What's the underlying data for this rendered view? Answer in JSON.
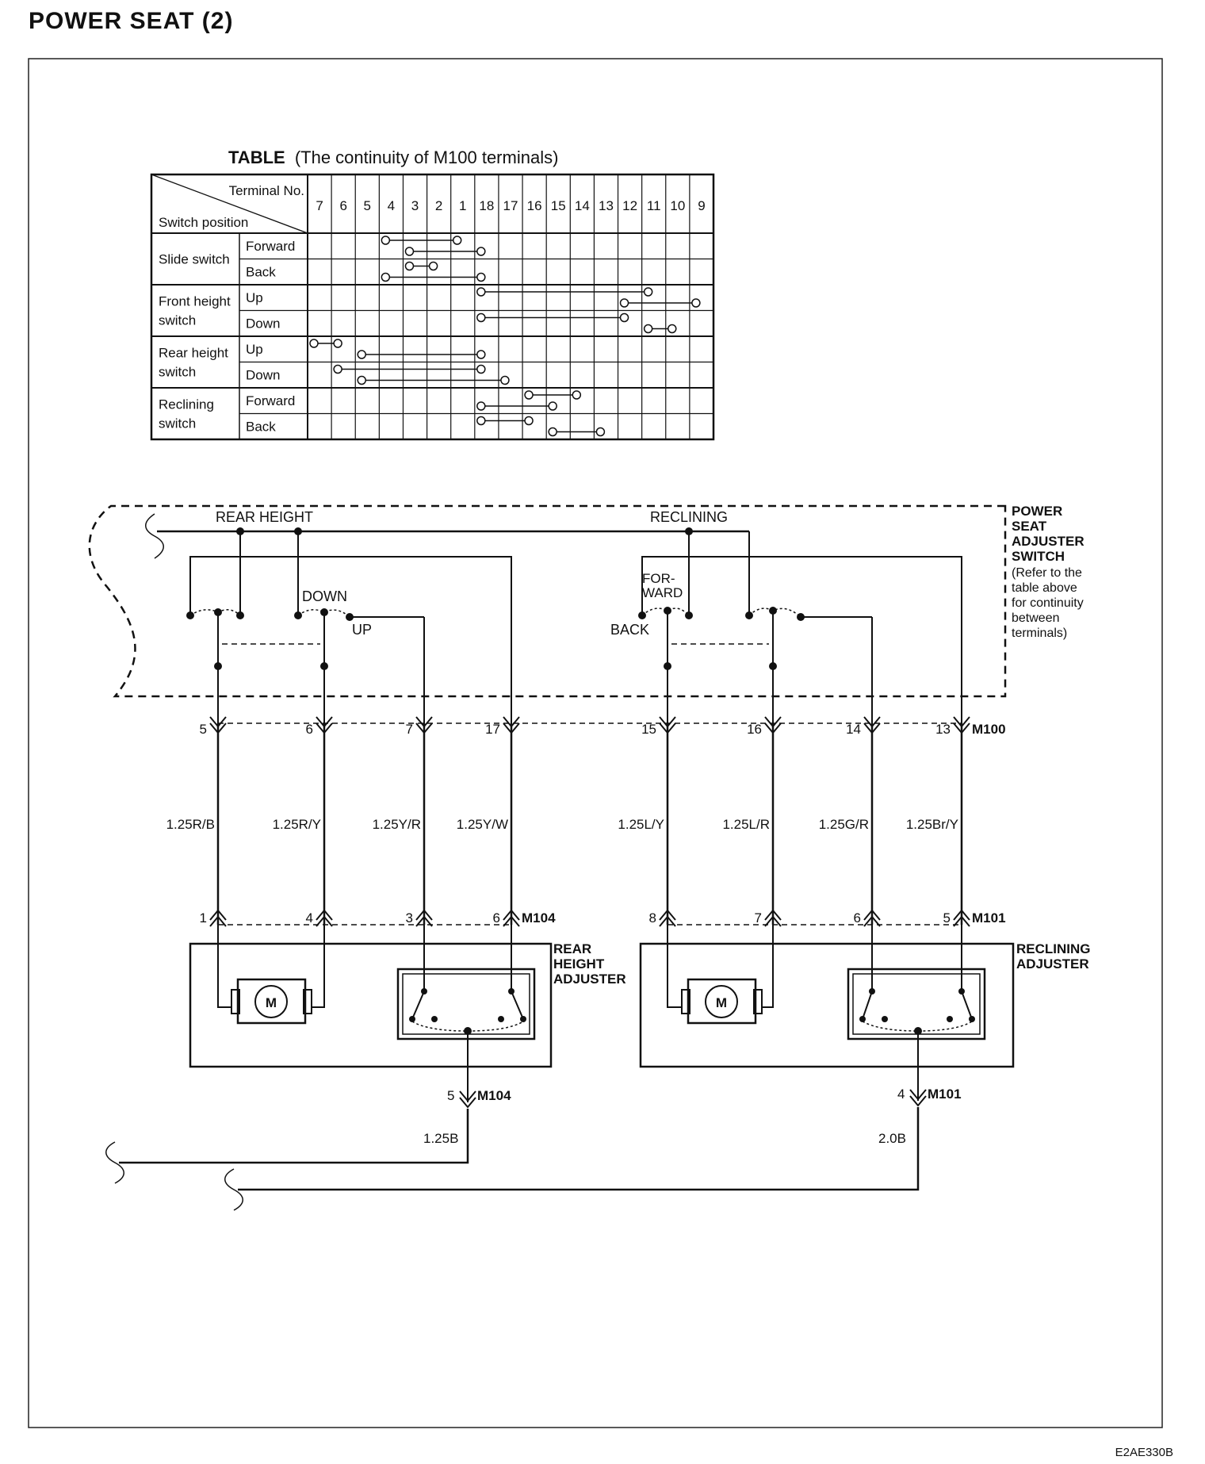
{
  "page_title": "POWER SEAT (2)",
  "doc_code": "E2AE330B",
  "table": {
    "title_bold": "TABLE",
    "title_rest": "(The continuity of M100 terminals)",
    "header_top": "Terminal No.",
    "header_bottom": "Switch position",
    "terminals": [
      "7",
      "6",
      "5",
      "4",
      "3",
      "2",
      "1",
      "18",
      "17",
      "16",
      "15",
      "14",
      "13",
      "12",
      "11",
      "10",
      "9"
    ],
    "groups": [
      {
        "name_lines": [
          "Slide switch"
        ],
        "rows": [
          {
            "label": "Forward",
            "connections": [
              [
                "4",
                "1"
              ],
              [
                "3",
                "18"
              ]
            ]
          },
          {
            "label": "Back",
            "connections": [
              [
                "3",
                "2"
              ],
              [
                "4",
                "18"
              ]
            ]
          }
        ]
      },
      {
        "name_lines": [
          "Front height",
          "switch"
        ],
        "rows": [
          {
            "label": "Up",
            "connections": [
              [
                "18",
                "11"
              ],
              [
                "12",
                "9"
              ]
            ]
          },
          {
            "label": "Down",
            "connections": [
              [
                "18",
                "12"
              ],
              [
                "11",
                "10"
              ]
            ]
          }
        ]
      },
      {
        "name_lines": [
          "Rear height",
          "switch"
        ],
        "rows": [
          {
            "label": "Up",
            "connections": [
              [
                "7",
                "6"
              ],
              [
                "5",
                "18"
              ]
            ]
          },
          {
            "label": "Down",
            "connections": [
              [
                "6",
                "18"
              ],
              [
                "5",
                "17"
              ]
            ]
          }
        ]
      },
      {
        "name_lines": [
          "Reclining",
          "switch"
        ],
        "rows": [
          {
            "label": "Forward",
            "connections": [
              [
                "16",
                "14"
              ],
              [
                "18",
                "15"
              ]
            ]
          },
          {
            "label": "Back",
            "connections": [
              [
                "18",
                "16"
              ],
              [
                "15",
                "13"
              ]
            ]
          }
        ]
      }
    ]
  },
  "schematic": {
    "switch_box": {
      "label_lines": [
        "POWER",
        "SEAT",
        "ADJUSTER",
        "SWITCH"
      ],
      "note_lines": [
        "(Refer to the",
        "table above",
        "for continuity",
        "between",
        "terminals)"
      ]
    },
    "switch_labels": {
      "rear_height": "REAR HEIGHT",
      "reclining": "RECLINING",
      "down": "DOWN",
      "up": "UP",
      "forward_lines": [
        "FOR-",
        "WARD"
      ],
      "back": "BACK"
    },
    "connectors": {
      "m100": "M100",
      "m104": "M104",
      "m101": "M101"
    },
    "m100_pins": [
      "5",
      "6",
      "7",
      "17",
      "15",
      "16",
      "14",
      "13"
    ],
    "wires": [
      "1.25R/B",
      "1.25R/Y",
      "1.25Y/R",
      "1.25Y/W",
      "1.25L/Y",
      "1.25L/R",
      "1.25G/R",
      "1.25Br/Y"
    ],
    "lower_pins": [
      "1",
      "4",
      "3",
      "6",
      "8",
      "7",
      "6",
      "5"
    ],
    "rear_adjuster": {
      "label_lines": [
        "REAR",
        "HEIGHT",
        "ADJUSTER"
      ],
      "motor": "M",
      "ground_pin": "5",
      "ground_wire": "1.25B"
    },
    "reclining_adjuster": {
      "label_lines": [
        "RECLINING",
        "ADJUSTER"
      ],
      "motor": "M",
      "ground_pin": "4",
      "ground_wire": "2.0B"
    }
  }
}
